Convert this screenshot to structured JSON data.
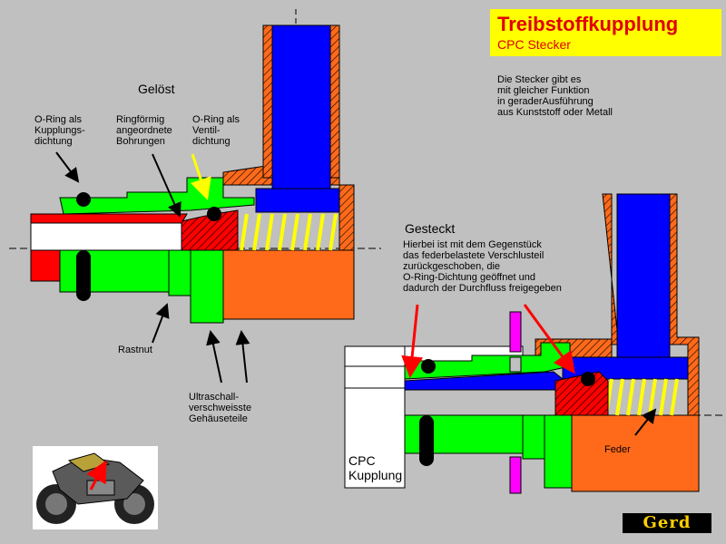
{
  "title": "Treibstoffkupplung",
  "subtitle": "CPC Stecker",
  "note": "Die Stecker gibt es\nmit gleicher Funktion\nin geraderAusführung\naus Kunststoff oder Metall",
  "state_released": "Gelöst",
  "state_plugged": "Gesteckt",
  "labels": {
    "oring_coupling": "O-Ring als\nKupplungs-\ndichtung",
    "ring_bores": "Ringförmig\nangeordnete\nBohrungen",
    "oring_valve": "O-Ring als\nVentil-\ndichtung",
    "groove": "Rastnut",
    "welded": "Ultraschall-\nverschweisste\nGehäuseteile",
    "plugged_desc": "Hierbei ist mit dem Gegenstück\ndas federbelastete Verschlusteil\nzurückgeschoben, die\nO-Ring-Dichtung geöffnet und\ndadurch der Durchfluss freigegeben",
    "spring": "Feder",
    "cpc_coupling": "CPC\nKupplung"
  },
  "logo": "Gerd",
  "colors": {
    "background": "#c0c0c0",
    "title_bg": "#ffff00",
    "title_text": "#e00000",
    "housing_orange": "#ff6a1a",
    "green": "#00ff00",
    "blue": "#0000ff",
    "red": "#ff0000",
    "spring_yellow": "#ffff00",
    "magenta": "#ff00ff"
  }
}
